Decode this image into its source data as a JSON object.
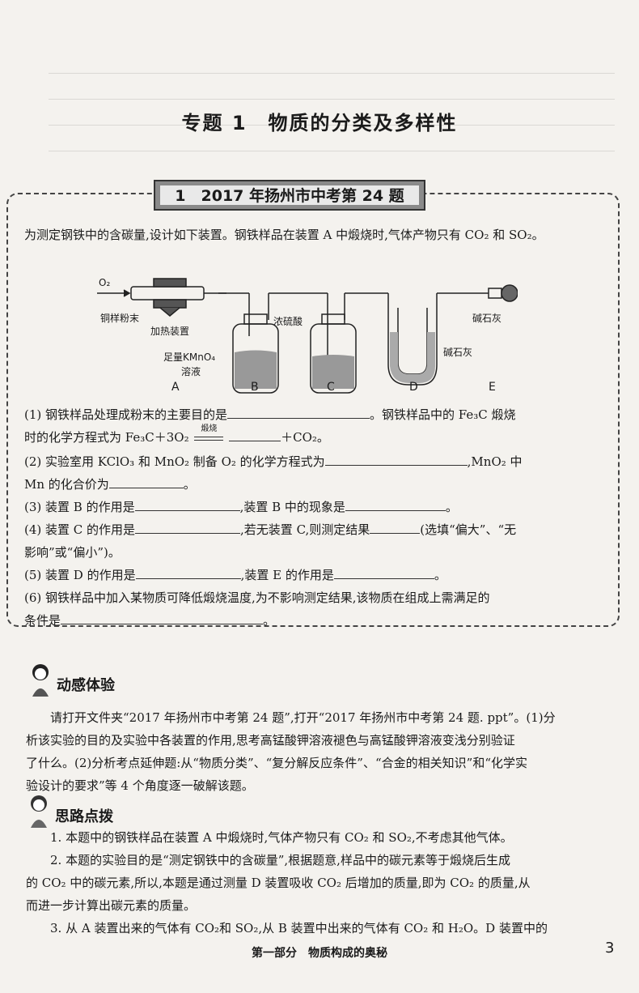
{
  "header": {
    "title": "专题 1　物质的分类及多样性"
  },
  "banner": {
    "title": "1　2017 年扬州市中考第 24 题"
  },
  "problem": {
    "intro": "为测定钢铁中的含碳量,设计如下装置。钢铁样品在装置 A 中煅烧时,气体产物只有 CO₂ 和 SO₂。",
    "apparatus": {
      "o2": "O₂",
      "sample": "铜样粉末",
      "heater": "加热装置",
      "kmno4": "足量KMnO₄",
      "kmno4_2": "溶液",
      "acid": "浓硫酸",
      "lime_d": "碱石灰",
      "lime_e": "碱石灰",
      "A": "A",
      "B": "B",
      "C": "C",
      "D": "D",
      "E": "E"
    },
    "q1a": "(1) 钢铁样品处理成粉末的主要目的是",
    "q1b": "。钢铁样品中的 Fe₃C 煅烧",
    "q1c": "时的化学方程式为 Fe₃C＋3O₂",
    "q1cond": "煅烧",
    "q1d": "＋CO₂。",
    "q2a": "(2) 实验室用 KClO₃ 和 MnO₂ 制备 O₂ 的化学方程式为",
    "q2b": ",MnO₂ 中",
    "q2c": "Mn 的化合价为",
    "q2d": "。",
    "q3a": "(3) 装置 B 的作用是",
    "q3b": ",装置 B 中的现象是",
    "q3c": "。",
    "q4a": "(4) 装置 C 的作用是",
    "q4b": ",若无装置 C,则测定结果",
    "q4c": "(选填“偏大”、“无",
    "q4d": "影响”或“偏小”)。",
    "q5a": "(5) 装置 D 的作用是",
    "q5b": ",装置 E 的作用是",
    "q5c": "。",
    "q6a": "(6) 钢铁样品中加入某物质可降低煅烧温度,为不影响测定结果,该物质在组成上需满足的",
    "q6b": "条件是",
    "q6c": "。"
  },
  "dynamic": {
    "title": "动感体验",
    "l1": "请打开文件夹“2017 年扬州市中考第 24 题”,打开“2017 年扬州市中考第 24 题. ppt”。(1)分",
    "l2": "析该实验的目的及实验中各装置的作用,思考高锰酸钾溶液褪色与高锰酸钾溶液变浅分别验证",
    "l3": "了什么。(2)分析考点延伸题:从“物质分类”、“复分解反应条件”、“合金的相关知识”和“化学实",
    "l4": "验设计的要求”等 4 个角度逐一破解该题。"
  },
  "hints": {
    "title": "思路点拨",
    "h1": "1. 本题中的钢铁样品在装置 A 中煅烧时,气体产物只有 CO₂ 和 SO₂,不考虑其他气体。",
    "h2a": "2. 本题的实验目的是“测定钢铁中的含碳量”,根据题意,样品中的碳元素等于煅烧后生成",
    "h2b": "的 CO₂ 中的碳元素,所以,本题是通过测量 D 装置吸收 CO₂ 后增加的质量,即为 CO₂ 的质量,从",
    "h2c": "而进一步计算出碳元素的质量。",
    "h3": "3. 从 A 装置出来的气体有 CO₂和 SO₂,从 B 装置中出来的气体有 CO₂ 和 H₂O。D 装置中的"
  },
  "footer": {
    "text": "第一部分　物质构成的奥秘",
    "page": "3"
  }
}
